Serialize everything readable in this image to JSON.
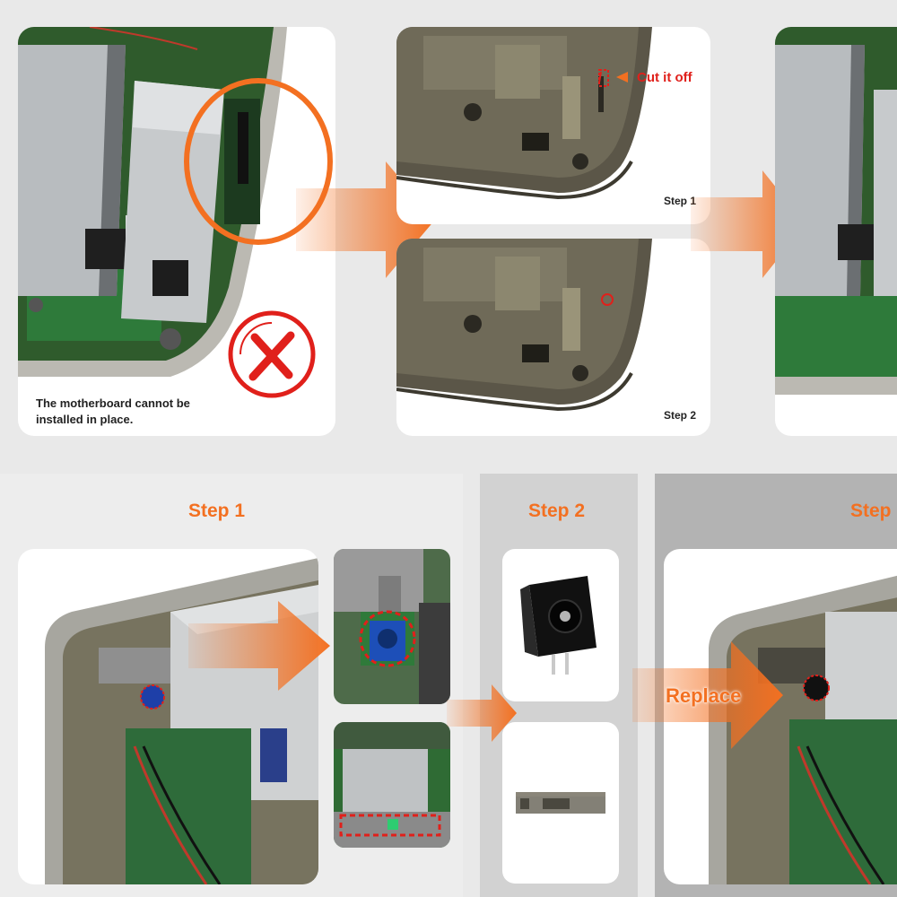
{
  "top": {
    "left_caption_line1": "The motherboard cannot be",
    "left_caption_line2": "installed in place.",
    "cut_label": "Cut it off",
    "step1_label": "Step 1",
    "step2_label": "Step 2"
  },
  "bottom": {
    "step1_header": "Step 1",
    "step2_header": "Step 2",
    "step3_header": "Step",
    "replace_label": "Replace"
  },
  "colors": {
    "accent": "#f37021",
    "error_red": "#e0201b",
    "background": "#e9e9e9"
  },
  "icons": {
    "error": "cross-circle-icon",
    "arrow": "orange-arrow-icon"
  }
}
